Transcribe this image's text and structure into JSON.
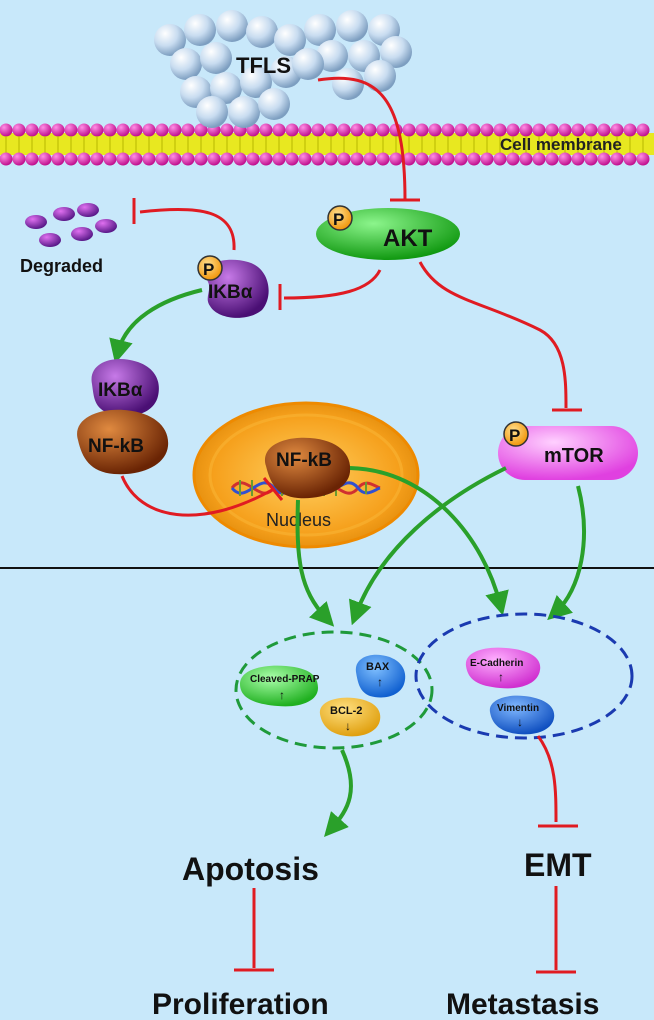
{
  "labels": {
    "tfls": "TFLS",
    "cell_membrane": "Cell membrane",
    "akt": "AKT",
    "degraded": "Degraded",
    "ikba": "IKBα",
    "ikba_complex": "IKBα",
    "nfkb_complex": "NF-kB",
    "nfkb_nucleus": "NF-kB",
    "nucleus": "Nucleus",
    "mtor": "mTOR",
    "phospho": "P",
    "cleaved_prap": "Cleaved-PRAP",
    "bax": "BAX",
    "bcl2": "BCL-2",
    "ecadherin": "E-Cadherin",
    "vimentin": "Vimentin",
    "apotosis": "Apotosis",
    "emt": "EMT",
    "proliferation": "Proliferation",
    "metastasis": "Metastasis"
  },
  "indicators": {
    "cleaved_prap": "↑",
    "bax": "↑",
    "bcl2": "↓",
    "ecadherin": "↑",
    "vimentin": "↓"
  },
  "colors": {
    "background": "#c8e8fa",
    "inhibition": "#e01b22",
    "activation": "#2aa02a",
    "membrane_head": "#e01bb0",
    "membrane_tail": "#e8e820",
    "akt": "#22cc22",
    "mtor": "#ff66ff",
    "ikba": "#7a2aa0",
    "nfkb": "#a0400c",
    "nucleus": "#f5a020",
    "apoptosis_group": "#1f9a3a",
    "emt_group": "#1a3ab0"
  }
}
